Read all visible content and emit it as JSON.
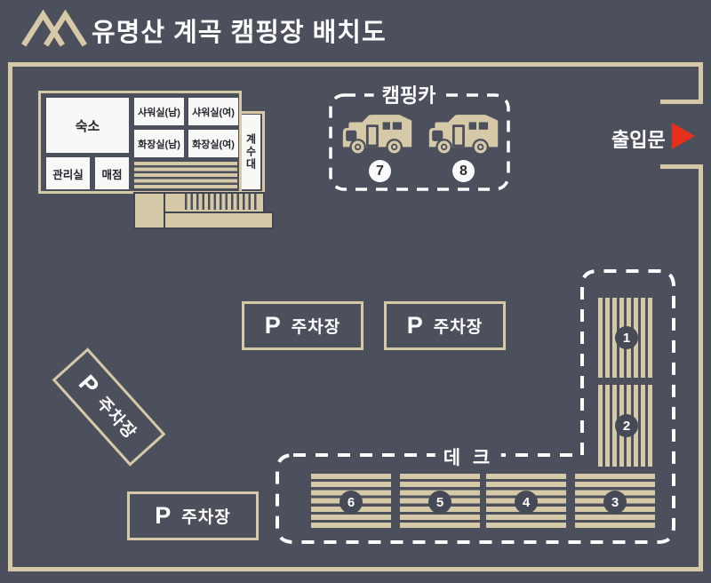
{
  "header": {
    "title": "유명산 계곡 캠핑장 배치도"
  },
  "building": {
    "rooms": {
      "lodging": "숙소",
      "shower_m": "샤워실(남)",
      "shower_f": "샤워실(여)",
      "toilet_m": "화장실(남)",
      "toilet_f": "화장실(여)",
      "office": "관리실",
      "store": "매점",
      "sink": "계수대"
    }
  },
  "camping": {
    "label": "캠핑카",
    "vehicles": [
      {
        "number": "7"
      },
      {
        "number": "8"
      }
    ]
  },
  "entrance": {
    "label": "출입문"
  },
  "parking": {
    "symbol": "P",
    "label": "주차장"
  },
  "deck": {
    "label": "데 크",
    "vertical_decks": [
      {
        "number": "1"
      },
      {
        "number": "2"
      }
    ],
    "horizontal_decks": [
      {
        "number": "6"
      },
      {
        "number": "5"
      },
      {
        "number": "4"
      },
      {
        "number": "3"
      }
    ]
  },
  "colors": {
    "background": "#4c505d",
    "line_tan": "#d6c9a7",
    "text_white": "#ffffff",
    "arrow_red": "#e6301d"
  }
}
